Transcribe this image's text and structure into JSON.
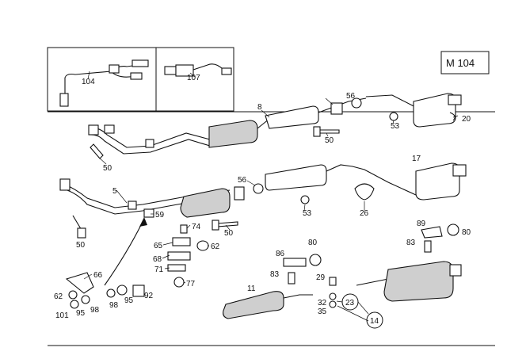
{
  "model_code": "M 104",
  "callouts": {
    "c104": "104",
    "c107": "107",
    "c8": "8",
    "c56a": "56",
    "c53a": "53",
    "c20": "20",
    "c50a": "50",
    "c50b": "50",
    "c5": "5",
    "c56b": "56",
    "c17": "17",
    "c53b": "53",
    "c26": "26",
    "c59": "59",
    "c50c": "50",
    "c50d": "50",
    "c74": "74",
    "c65": "65",
    "c62a": "62",
    "c68": "68",
    "c71": "71",
    "c77": "77",
    "c66": "66",
    "c62b": "62",
    "c101": "101",
    "c95a": "95",
    "c98a": "98",
    "c98b": "98",
    "c95b": "95",
    "c92": "92",
    "c86": "86",
    "c80a": "80",
    "c83a": "83",
    "c11": "11",
    "c29": "29",
    "c23": "23",
    "c32": "32",
    "c35": "35",
    "c14": "14",
    "c89": "89",
    "c80b": "80",
    "c83b": "83"
  }
}
